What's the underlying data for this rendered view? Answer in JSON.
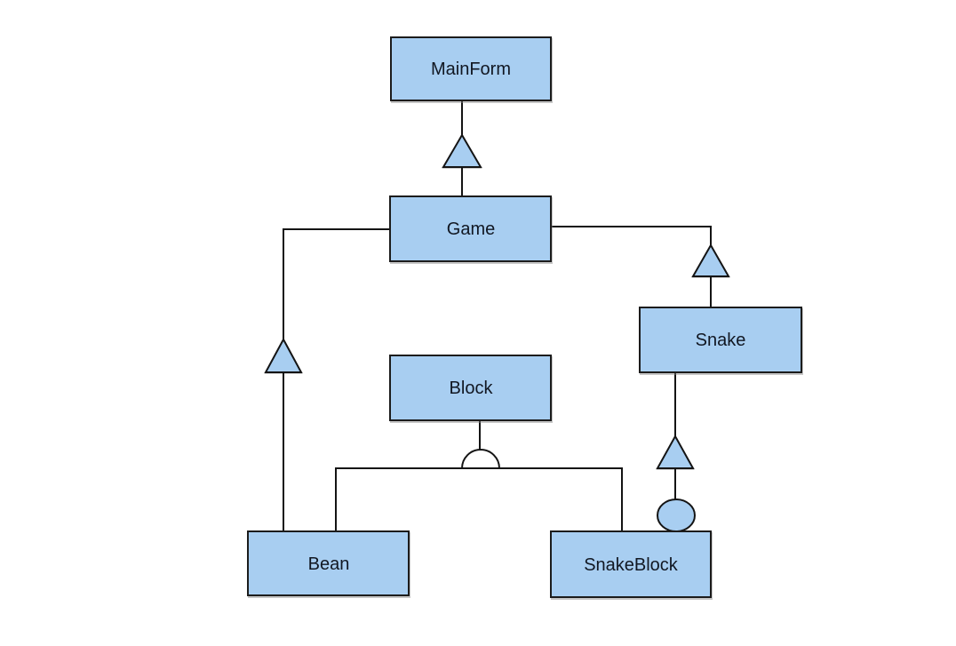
{
  "diagram": {
    "type": "class-diagram",
    "nodes": [
      {
        "id": "mainform",
        "label": "MainForm"
      },
      {
        "id": "game",
        "label": "Game"
      },
      {
        "id": "snake",
        "label": "Snake"
      },
      {
        "id": "block",
        "label": "Block"
      },
      {
        "id": "bean",
        "label": "Bean"
      },
      {
        "id": "snakeblock",
        "label": "SnakeBlock"
      }
    ],
    "relationships": [
      {
        "from": "Game",
        "to": "MainForm",
        "connector": "triangle-arrow"
      },
      {
        "from": "Bean",
        "to": "Game",
        "connector": "triangle-arrow"
      },
      {
        "from": "Snake",
        "to": "Game",
        "connector": "triangle-arrow"
      },
      {
        "from": "SnakeBlock",
        "to": "Snake",
        "connector": "triangle-arrow-with-circle"
      },
      {
        "from": "Bean",
        "to": "Block",
        "connector": "half-circle-branch"
      },
      {
        "from": "SnakeBlock",
        "to": "Block",
        "connector": "half-circle-branch"
      }
    ],
    "colors": {
      "background": "#ffffff",
      "node_fill": "#a8cef1",
      "node_border": "#1c1c1c",
      "line": "#141414",
      "text": "#111722",
      "half_circle_fill": "#ffffff"
    }
  }
}
